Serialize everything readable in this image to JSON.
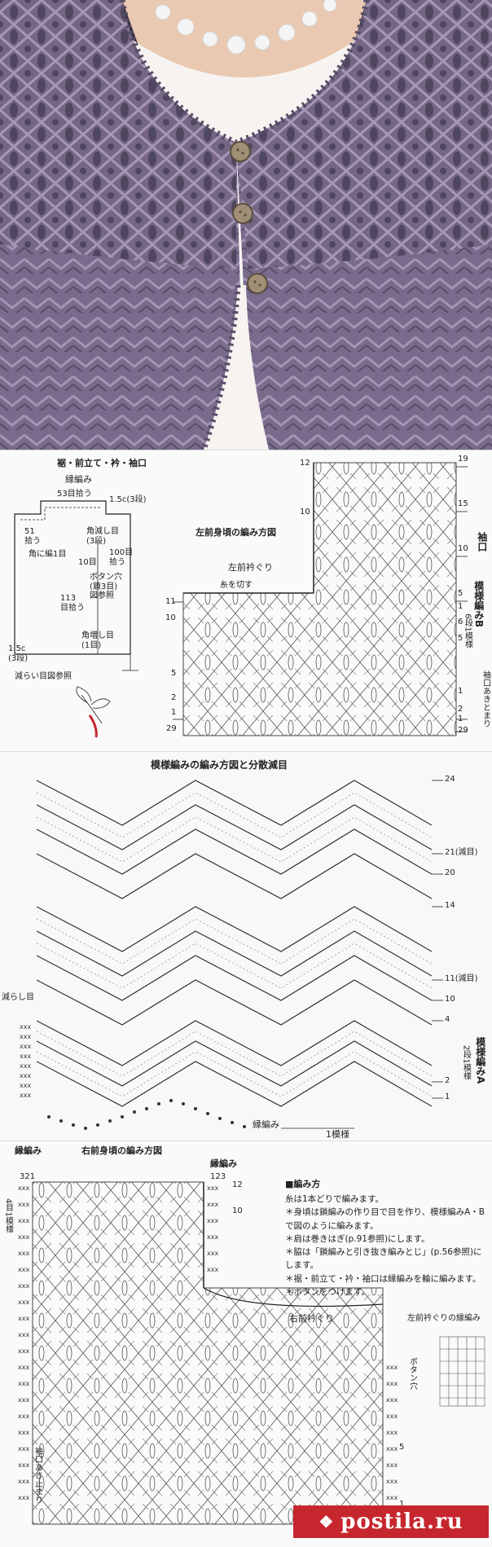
{
  "colors": {
    "yarn": "#7a6b8c",
    "yarn_dark": "#4e4560",
    "skin": "#e9c9b1",
    "shirt": "#f6f3f1",
    "button": "#a08f76",
    "watermark": "#c6272f"
  },
  "top_chart": {
    "title_parts": "裾・前立て・衿・袖口",
    "edging": "縁編み",
    "sts53": "53目拾う",
    "c15": "1.5c(3段)",
    "sts51": "51\n拾う",
    "corner1": "角に編1目",
    "corner_dec": "角減し目\n(3段)",
    "ref10": "10目",
    "bh": "ボタン穴\n(鎖3目)\n図参照",
    "sts100": "100目\n拾う",
    "sts113": "113\n目拾う",
    "corner_inc": "角増し目\n(1目)",
    "c15b": "1.5c\n(3段)",
    "ref_dec": "減らい目図参照",
    "left_front_title": "左前身頃の編み方図",
    "left_neck": "左前衿ぐり",
    "thread_cut": "糸を切す",
    "cuff": "袖口",
    "patternB": "模様編みB",
    "repeat6": "6段1模様",
    "armhole_end": "袖口あきとまり",
    "row_nums_left": [
      "12",
      "10",
      "11",
      "10",
      "5",
      "2",
      "1",
      "29"
    ],
    "row_nums_right": [
      "19",
      "15",
      "10",
      "5",
      "1",
      "6",
      "5",
      "1",
      "2",
      "1",
      "29"
    ]
  },
  "mid_chart": {
    "title": "模様編みの編み方図と分散減目",
    "rows": [
      "24",
      "21(減目)",
      "20",
      "14",
      "11(減目)",
      "10",
      "4",
      "2",
      "1"
    ],
    "decrease_label": "減らし目",
    "patternA": "模様編みA",
    "repeat2": "2段1模様",
    "edging": "縁編み",
    "one_repeat": "1模様"
  },
  "bot_chart": {
    "edging_left": "縁編み",
    "right_front_title": "右前身頃の編み方図",
    "edging_right": "縁編み",
    "nums_left": "321",
    "nums_right": "123",
    "repeat4": "4目1模様",
    "rows": [
      "12",
      "10",
      "5",
      "1"
    ],
    "right_neck": "右前衿ぐり",
    "left_neck_edge": "左前衿ぐりの縁編み",
    "armhole_end": "袖口あき止まり",
    "bh_label": "ボタン穴",
    "instructions_heading": "■編み方",
    "instructions": [
      "糸は1本どりで編みます。",
      "＊身頃は鎖編みの作り目で目を作り、模様編みA・B で図のように編みます。",
      "＊肩は巻きはぎ(p.91参照)にします。",
      "＊脇は「鎖編みと引き抜き編みとじ」(p.56参照)にします。",
      "＊裾・前立て・衿・袖口は縁編みを輪に編みます。",
      "＊ボタンをつけます。"
    ]
  },
  "watermark": "postila.ru"
}
